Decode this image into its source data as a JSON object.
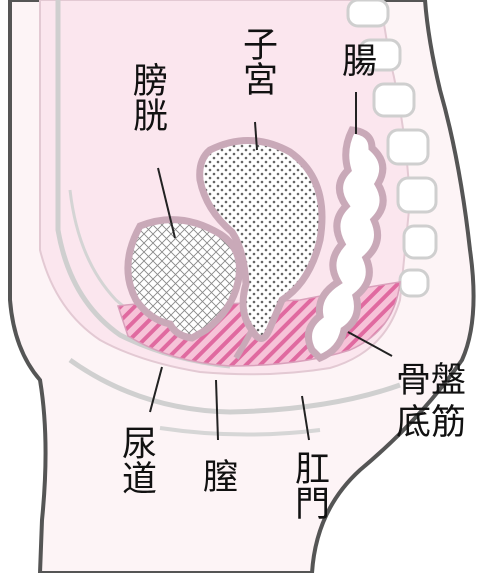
{
  "labels": {
    "bladder": "膀胱",
    "uterus": "子宮",
    "intestine": "腸",
    "pelvic_floor": "骨盤底筋",
    "urethra": "尿道",
    "vagina": "膣",
    "anus": "肛門"
  },
  "colors": {
    "outline": "#555555",
    "skin_fill": "#fbeef2",
    "organ_stroke": "#c9a9b8",
    "muscle_pink": "#f0a3c4",
    "bone_fill": "#ffffff",
    "leader": "#222222"
  }
}
